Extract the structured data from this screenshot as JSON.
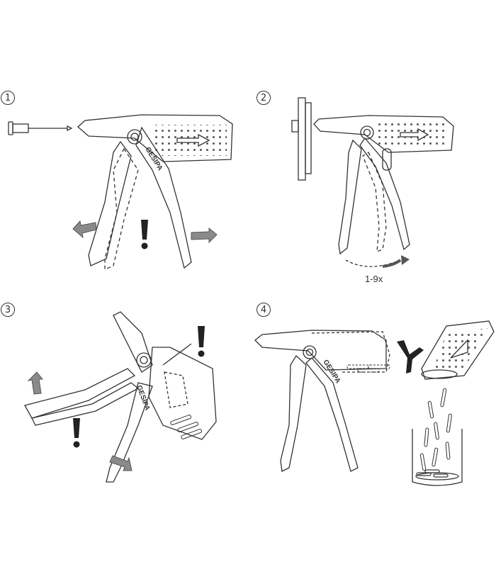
{
  "steps": [
    {
      "number": "1"
    },
    {
      "number": "2",
      "repeat_label": "1-9x"
    },
    {
      "number": "3"
    },
    {
      "number": "4"
    }
  ],
  "brand_text": "GESIPA",
  "icons": [
    "arrow-icon",
    "warning-exclamation-icon",
    "curved-arrow-icon",
    "container-icon",
    "rivet-icon"
  ],
  "colors": {
    "line": "#333333",
    "arrow_fill": "#8a8a8a",
    "background": "#ffffff"
  }
}
